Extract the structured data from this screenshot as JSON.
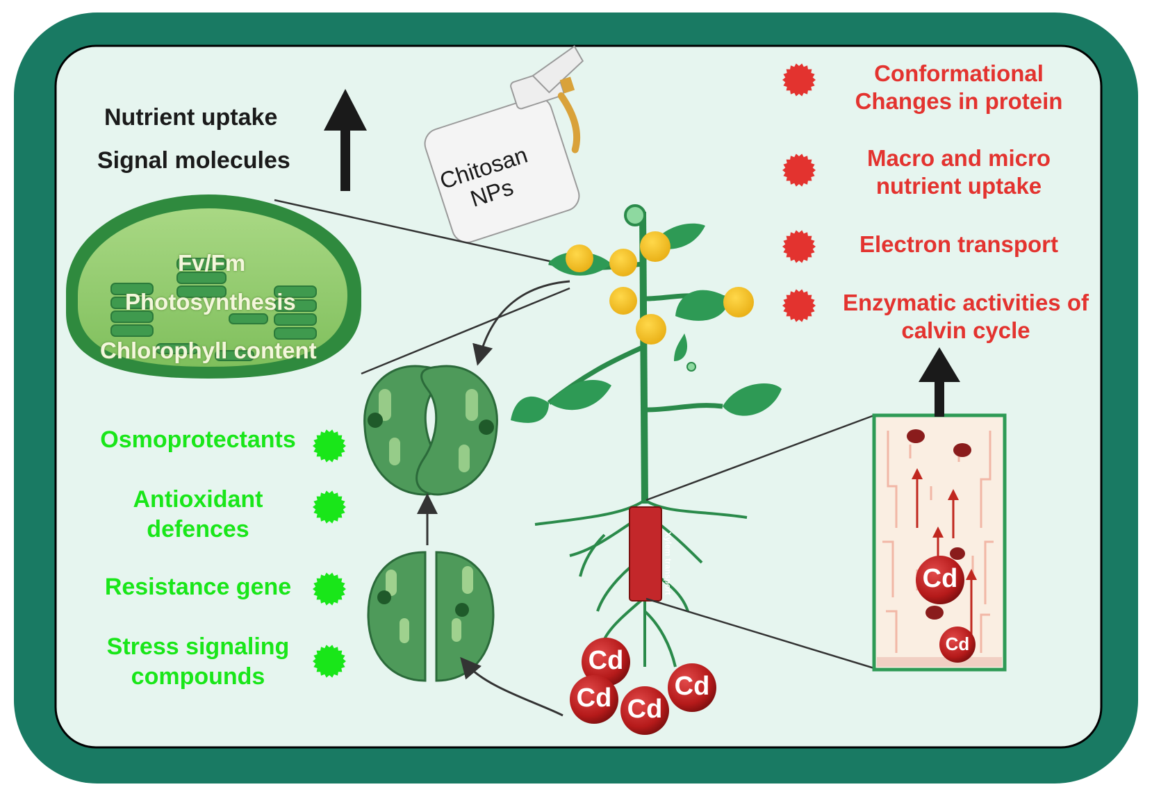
{
  "left_top": {
    "nutrient_uptake": "Nutrient uptake",
    "signal_molecules": "Signal molecules"
  },
  "spray": {
    "label_line1": "Chitosan",
    "label_line2": "NPs"
  },
  "chloroplast": {
    "fvfm": "Fv/Fm",
    "photosynthesis": "Photosynthesis",
    "chlorophyll": "Chlorophyll content"
  },
  "right_effects": [
    {
      "line1": "Conformational",
      "line2": "Changes in protein"
    },
    {
      "line1": "Macro and micro",
      "line2": "nutrient uptake"
    },
    {
      "line1": "Electron transport",
      "line2": ""
    },
    {
      "line1": "Enzymatic activities of",
      "line2": "calvin cycle"
    }
  ],
  "defense_items": [
    {
      "line1": "Osmoprotectants",
      "line2": ""
    },
    {
      "line1": "Antioxidant",
      "line2": "defences"
    },
    {
      "line1": "Resistance gene",
      "line2": ""
    },
    {
      "line1": "Stress signaling",
      "line2": "compounds"
    }
  ],
  "xylem_label": "Xylem transport",
  "cd_label": "Cd",
  "colors": {
    "frame": "#197a63",
    "panel": "#e6f5ef",
    "red_text": "#e3332f",
    "green_text": "#19e619",
    "leaf": "#2e9a55",
    "flower": "#f5c525",
    "cd_ball": "#b81c1c"
  }
}
